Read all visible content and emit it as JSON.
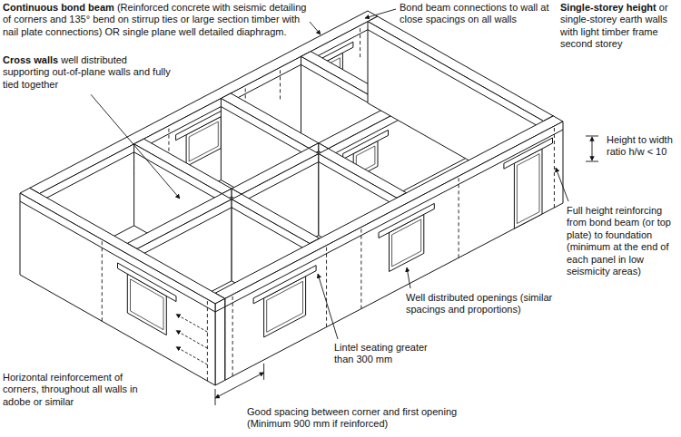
{
  "diagram": {
    "labels": [
      "Continuous bond beam",
      "(Reinforced concrete with seismic detailing of corners and 135° bend on stirrup ties or large section timber with nail plate connections) OR single plane well detailed diaphragm.",
      "Cross walls",
      "well distributed supporting out-of-plane walls and fully tied together",
      "Bond beam connections to wall at close spacings on all walls",
      "Single-storey height",
      "or single-storey earth walls with light timber frame second storey",
      "Height to width ratio h/w < 10",
      "Full height reinforcing from bond beam (or top plate) to foundation (minimum at the end of each panel in low seismicity areas)",
      "Well distributed openings (similar spacings and proportions)",
      "Lintel seating greater than 300 mm",
      "Horizontal reinforcement of corners, throughout all walls in adobe or similar",
      "Good spacing between corner and first opening (Minimum 900 mm if reinforced)"
    ]
  }
}
